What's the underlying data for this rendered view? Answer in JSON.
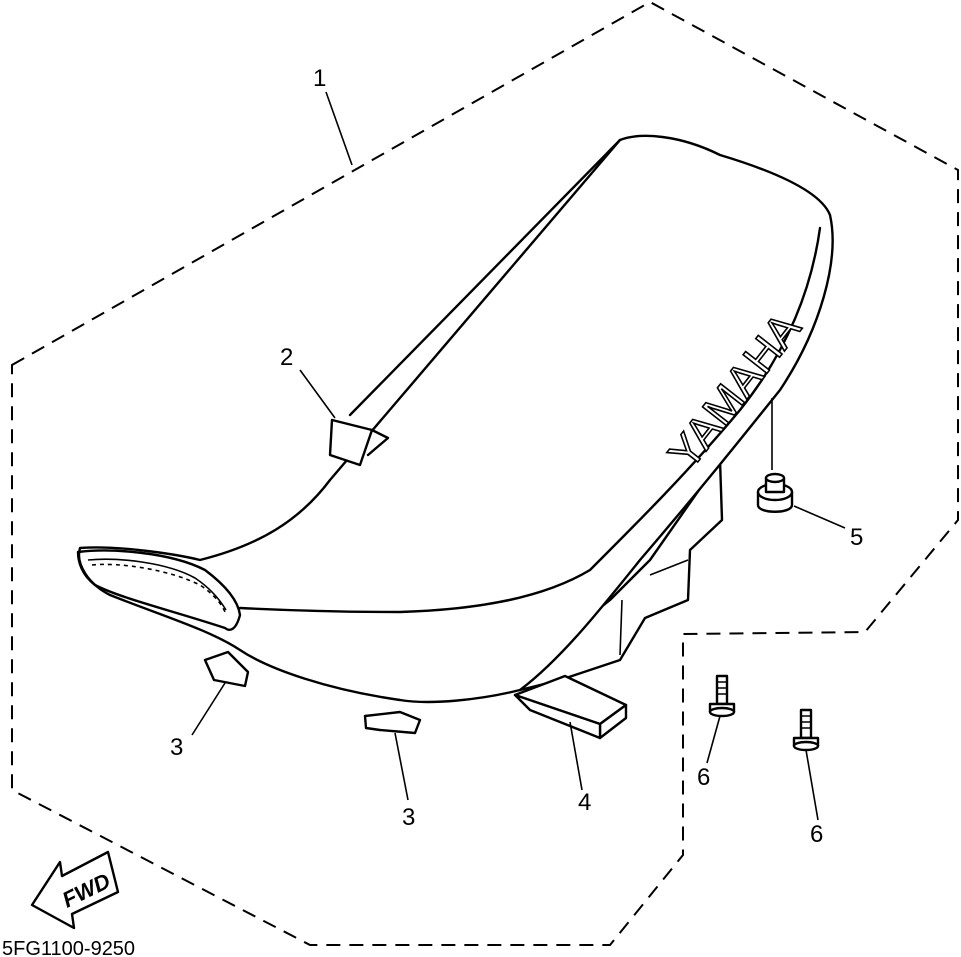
{
  "diagram": {
    "callouts": {
      "c1": "1",
      "c2": "2",
      "c3a": "3",
      "c3b": "3",
      "c4": "4",
      "c5": "5",
      "c6a": "6",
      "c6b": "6"
    },
    "brand_text": "YAMAHA",
    "forward_label": "FWD",
    "diagram_code": "5FG1100-9250"
  }
}
